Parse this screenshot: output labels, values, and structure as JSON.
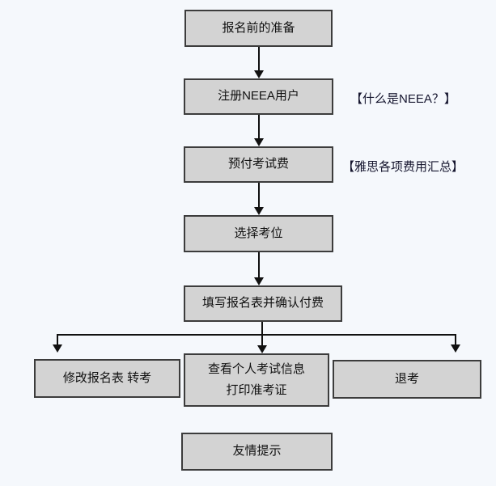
{
  "colors": {
    "background": "#f5f8fc",
    "box_fill": "#d3d3d3",
    "box_border": "#3c3c3c",
    "connector_line": "#111111",
    "box_text": "#111111",
    "annotation_text": "#15152e"
  },
  "flow": {
    "step1_label": "报名前的准备",
    "step2_label": "注册NEEA用户",
    "step3_label": "预付考试费",
    "step4_label": "选择考位",
    "step5_label": "填写报名表并确认付费",
    "branch_left_label": "修改报名表 转考",
    "branch_center_line1": "查看个人考试信息",
    "branch_center_line2": "打印准考证",
    "branch_right_label": "退考",
    "footer_label": "友情提示"
  },
  "annotations": {
    "neea_note": "【什么是NEEA？】",
    "fees_note": "【雅思各项费用汇总】"
  }
}
